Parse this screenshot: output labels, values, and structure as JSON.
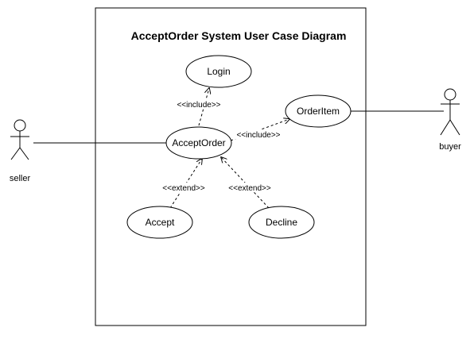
{
  "diagram": {
    "title": "AcceptOrder System User Case Diagram",
    "actors": {
      "seller": "seller",
      "buyer": "buyer"
    },
    "use_cases": {
      "login": "Login",
      "accept_order": "AcceptOrder",
      "order_item": "OrderItem",
      "accept": "Accept",
      "decline": "Decline"
    },
    "relations": {
      "include_login": "<<include>>",
      "include_order_item": "<<include>>",
      "extend_accept": "<<extend>>",
      "extend_decline": "<<extend>>"
    }
  }
}
